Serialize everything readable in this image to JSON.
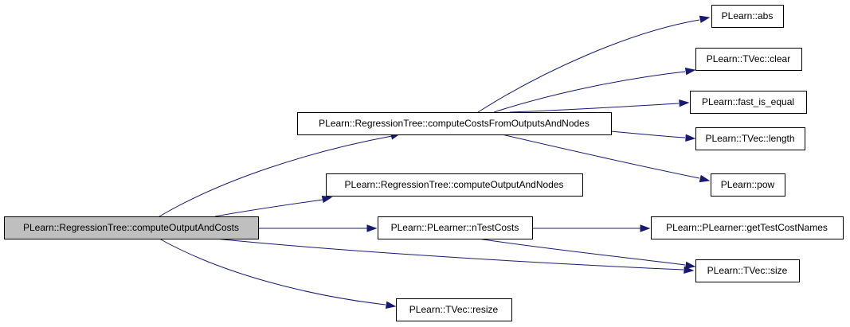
{
  "diagram": {
    "type": "call-graph",
    "colors": {
      "edge": "#191970",
      "node_border": "#000000",
      "node_fill": "#ffffff",
      "root_fill": "#bfbfbf"
    },
    "nodes": [
      {
        "id": "root",
        "label": "PLearn::RegressionTree::computeOutputAndCosts",
        "is_root": true
      },
      {
        "id": "ccfo",
        "label": "PLearn::RegressionTree::computeCostsFromOutputsAndNodes"
      },
      {
        "id": "coan",
        "label": "PLearn::RegressionTree::computeOutputAndNodes"
      },
      {
        "id": "ntc",
        "label": "PLearn::PLearner::nTestCosts"
      },
      {
        "id": "resize",
        "label": "PLearn::TVec::resize"
      },
      {
        "id": "size",
        "label": "PLearn::TVec::size"
      },
      {
        "id": "abs",
        "label": "PLearn::abs"
      },
      {
        "id": "clear",
        "label": "PLearn::TVec::clear"
      },
      {
        "id": "fie",
        "label": "PLearn::fast_is_equal"
      },
      {
        "id": "len",
        "label": "PLearn::TVec::length"
      },
      {
        "id": "pow",
        "label": "PLearn::pow"
      },
      {
        "id": "gtcn",
        "label": "PLearn::PLearner::getTestCostNames"
      }
    ],
    "edges": [
      {
        "from": "root",
        "to": "ccfo"
      },
      {
        "from": "root",
        "to": "coan"
      },
      {
        "from": "root",
        "to": "ntc"
      },
      {
        "from": "root",
        "to": "size"
      },
      {
        "from": "root",
        "to": "resize"
      },
      {
        "from": "ccfo",
        "to": "abs"
      },
      {
        "from": "ccfo",
        "to": "clear"
      },
      {
        "from": "ccfo",
        "to": "fie"
      },
      {
        "from": "ccfo",
        "to": "len"
      },
      {
        "from": "ccfo",
        "to": "pow"
      },
      {
        "from": "ntc",
        "to": "gtcn"
      },
      {
        "from": "ntc",
        "to": "size"
      }
    ]
  }
}
